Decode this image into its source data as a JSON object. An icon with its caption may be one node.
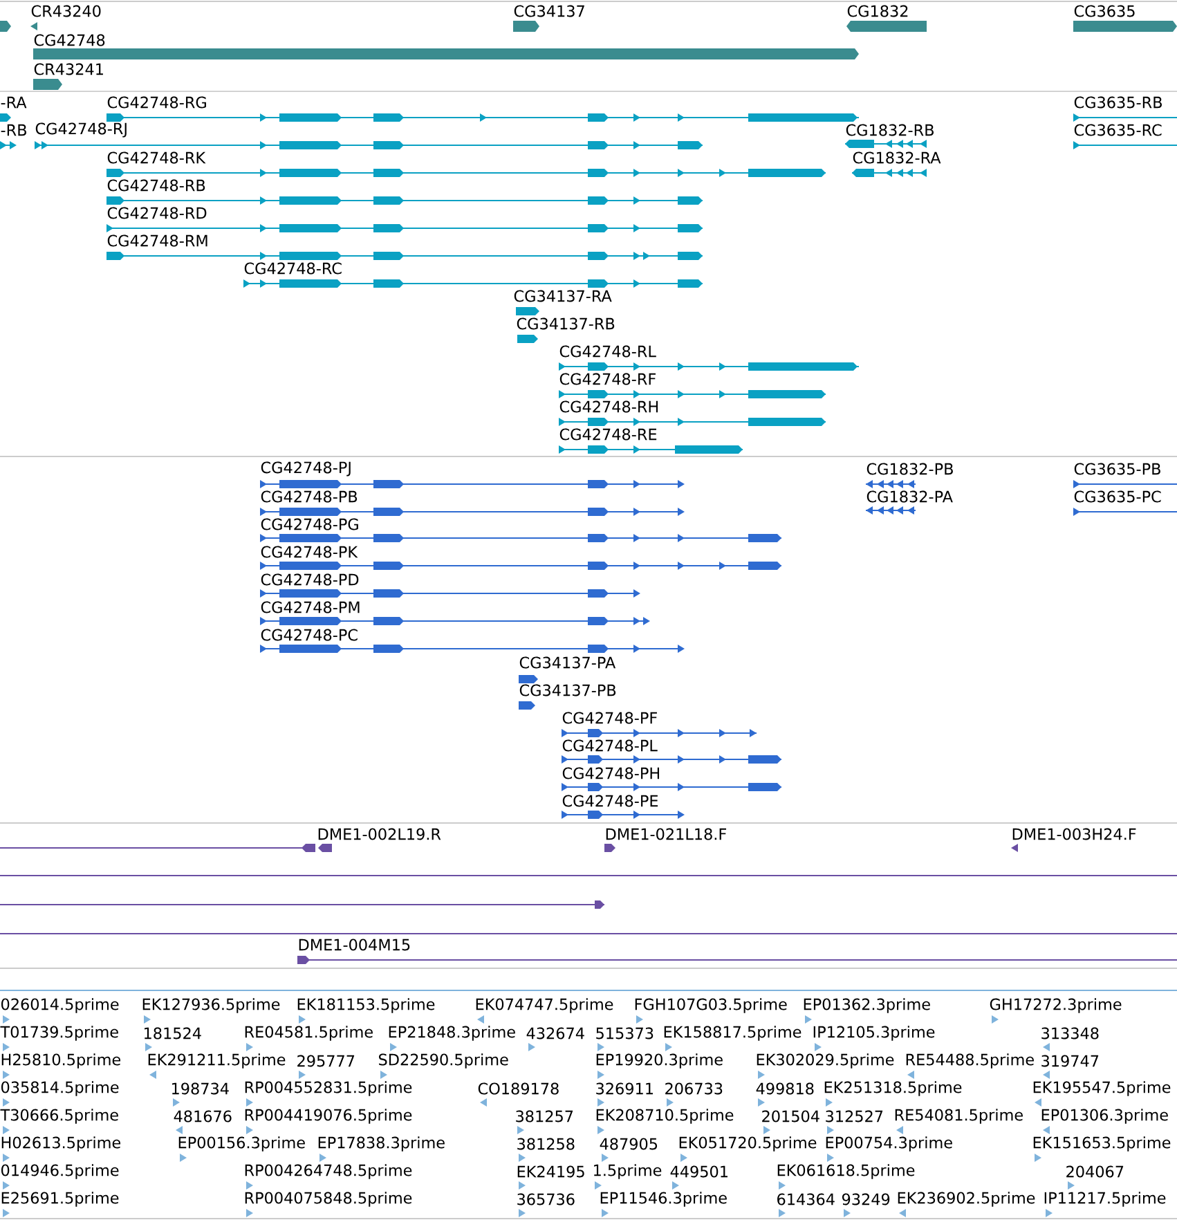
{
  "diagram": {
    "labels": [
      "CR43240",
      "CG34137",
      "CG1832",
      "CG3635",
      "CG42748",
      "CR43241",
      "-RA",
      "CG42748-RG",
      "CG3635-RB",
      "-RB",
      "CG42748-RJ",
      "CG1832-RB",
      "CG3635-RC",
      "CG42748-RK",
      "CG1832-RA",
      "CG42748-RB",
      "CG42748-RD",
      "CG42748-RM",
      "CG42748-RC",
      "CG34137-RA",
      "CG34137-RB",
      "CG42748-RL",
      "CG42748-RF",
      "CG42748-RH",
      "CG42748-RE",
      "CG42748-PJ",
      "CG1832-PB",
      "CG3635-PB",
      "CG42748-PB",
      "CG1832-PA",
      "CG3635-PC",
      "CG42748-PG",
      "CG42748-PK",
      "CG42748-PD",
      "CG42748-PM",
      "CG42748-PC",
      "CG34137-PA",
      "CG34137-PB",
      "CG42748-PF",
      "CG42748-PL",
      "CG42748-PH",
      "CG42748-PE",
      "DME1-002L19.R",
      "DME1-021L18.F",
      "DME1-003H24.F",
      "DME1-004M15",
      "026014.5prime",
      "EK127936.5prime",
      "EK181153.5prime",
      "EK074747.5prime",
      "FGH107G03.5prime",
      "EP01362.3prime",
      "GH17272.3prime",
      "T01739.5prime",
      "181524",
      "RE04581.5prime",
      "EP21848.3prime",
      "432674",
      "515373",
      "EK158817.5prime",
      "IP12105.3prime",
      "313348",
      "H25810.5prime",
      "EK291211.5prime",
      "295777",
      "SD22590.5prime",
      "EP19920.3prime",
      "EK302029.5prime",
      "RE54488.5prime",
      "319747",
      "035814.5prime",
      "198734",
      "RP004552831.5prime",
      "CO189178",
      "326911",
      "206733",
      "499818",
      "EK251318.5prime",
      "EK195547.5prime",
      "T30666.5prime",
      "481676",
      "RP004419076.5prime",
      "381257",
      "EK208710.5prime",
      "201504",
      "312527",
      "RE54081.5prime",
      "EP01306.3prime",
      "H02613.5prime",
      "EP00156.3prime",
      "EP17838.3prime",
      "381258",
      "487905",
      "EK051720.5prime",
      "EP00754.3prime",
      "EK151653.5prime",
      "014946.5prime",
      "RP004264748.5prime",
      "EK24195",
      "1.5prime",
      "449501",
      "EK061618.5prime",
      "204067",
      "E25691.5prime",
      "RP004075848.5prime",
      "365736",
      "EP11546.3prime",
      "614364",
      "93249",
      "EK236902.5prime",
      "IP11217.5prime"
    ]
  }
}
